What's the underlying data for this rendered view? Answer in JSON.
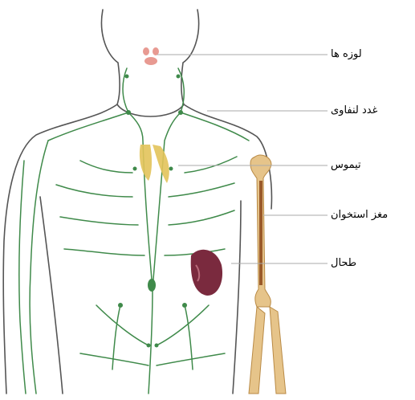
{
  "diagram": {
    "labels": [
      {
        "id": "tonsils",
        "text": "لوزه ها"
      },
      {
        "id": "lymph-nodes",
        "text": "غدد لنفاوی"
      },
      {
        "id": "thymus",
        "text": "تیموس"
      },
      {
        "id": "bone-marrow",
        "text": "مغز استخوان"
      },
      {
        "id": "spleen",
        "text": "طحال"
      }
    ]
  },
  "colors": {
    "body_outline": "#555555",
    "lymph_vessels": "#3f8a4a",
    "thymus": "#e3c45a",
    "tonsils": "#e89a92",
    "spleen": "#7a2a3e",
    "bone": "#e6c48a",
    "marrow": "#9a5a2a",
    "leader_lines": "#aaaaaa"
  }
}
